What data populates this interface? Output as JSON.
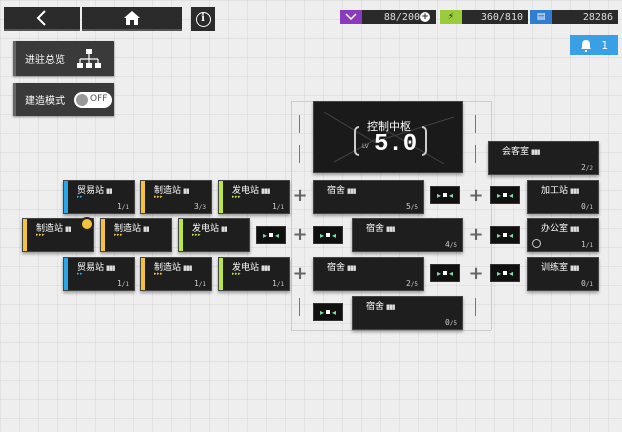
{
  "topbar": {
    "back_icon": "chevron-left-icon",
    "home_icon": "home-icon",
    "info_icon": "info-icon",
    "resources": [
      {
        "name": "drone-icon",
        "value": "88/200",
        "color": "#8a3bbd"
      },
      {
        "name": "power-icon",
        "value": "360/810",
        "color": "#9acb3c"
      },
      {
        "name": "lmd-icon",
        "value": "28286",
        "color": "#2f7ecf"
      }
    ],
    "notification_count": "1"
  },
  "side": {
    "overview_label": "进驻总览",
    "build_mode_label": "建造模式",
    "toggle_label": "OFF"
  },
  "control": {
    "title": "控制中枢",
    "level": "5.0",
    "level_prefix": "LV"
  },
  "rooms": {
    "reception": {
      "name": "会客室",
      "count": "2",
      "max": "/2"
    },
    "trade1": {
      "name": "贸易站",
      "count": "1",
      "max": "/1"
    },
    "factory1": {
      "name": "制造站",
      "count": "3",
      "max": "/3"
    },
    "power1": {
      "name": "发电站",
      "count": "1",
      "max": "/1"
    },
    "dorm1": {
      "name": "宿舍",
      "count": "5",
      "max": "/5"
    },
    "workshop": {
      "name": "加工站",
      "count": "0",
      "max": "/1"
    },
    "factory2": {
      "name": "制造站",
      "count": "",
      "max": ""
    },
    "factory3": {
      "name": "制造站",
      "count": "",
      "max": ""
    },
    "power2": {
      "name": "发电站",
      "count": "",
      "max": ""
    },
    "dorm2": {
      "name": "宿舍",
      "count": "4",
      "max": "/5"
    },
    "office": {
      "name": "办公室",
      "count": "1",
      "max": "/1"
    },
    "trade2": {
      "name": "贸易站",
      "count": "1",
      "max": "/1"
    },
    "factory4": {
      "name": "制造站",
      "count": "1",
      "max": "/1"
    },
    "power3": {
      "name": "发电站",
      "count": "1",
      "max": "/1"
    },
    "dorm3": {
      "name": "宿舍",
      "count": "2",
      "max": "/5"
    },
    "training": {
      "name": "训练室",
      "count": "0",
      "max": "/1"
    },
    "dorm4": {
      "name": "宿舍",
      "count": "0",
      "max": "/5"
    }
  },
  "colors": {
    "trade": "#29a6e8",
    "factory": "#f5c33b",
    "power": "#b8e64b",
    "accent_blue": "#3aa0e6"
  }
}
